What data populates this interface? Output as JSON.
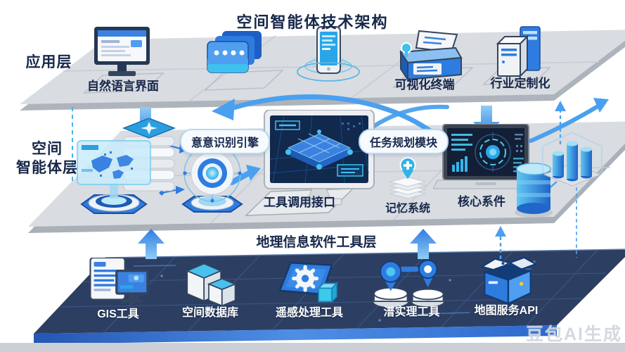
{
  "title": "空间智能体技术架构",
  "watermark": "豆包AI生成",
  "app_layer": {
    "label": "应用层",
    "items": [
      {
        "label": "自然语言界面"
      },
      {
        "label": "可视化终端"
      },
      {
        "label": "行业定制化"
      }
    ]
  },
  "agent_layer": {
    "label": "空间\n智能体层",
    "modules": [
      {
        "label": "意意识别引擎"
      },
      {
        "label": "任务规划模块"
      },
      {
        "label": "工具调用接口"
      },
      {
        "label": "记忆系统"
      },
      {
        "label": "核心系件"
      }
    ]
  },
  "tool_layer": {
    "title": "地理信息软件工具层",
    "items": [
      {
        "label": "GIS工具"
      },
      {
        "label": "空间数据库"
      },
      {
        "label": "遥感处理工具"
      },
      {
        "label": "潽实理工具"
      },
      {
        "label": "地图服务API"
      }
    ]
  },
  "colors": {
    "accent_blue": "#2f7ce0",
    "light_blue": "#4aa3ef",
    "cyan": "#3ec1ee",
    "dark_text": "#16274a",
    "platform_gray": "#d9dce1",
    "dark_platform": "#2c3f63"
  }
}
